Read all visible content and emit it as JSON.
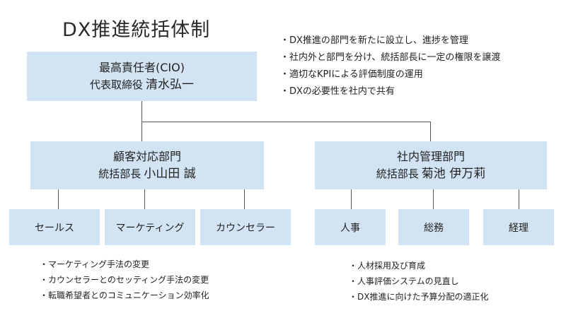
{
  "title": "DX推進統括体制",
  "policies": [
    "・DX推進の部門を新たに設立し、進捗を管理",
    "・社内外と部門を分け、統括部長に一定の権限を譲渡",
    "・適切なKPIによる評価制度の運用",
    "・DXの必要性を社内で共有"
  ],
  "top": {
    "role": "最高責任者(CIO)",
    "position": "代表取締役",
    "name": "清水弘一"
  },
  "left_division": {
    "name": "顧客対応部門",
    "position": "統括部長",
    "head": "小山田 誠",
    "units": [
      "セールス",
      "マーケティング",
      "カウンセラー"
    ],
    "notes": [
      "・マーケティング手法の変更",
      "・カウンセラーとのセッティング手法の変更",
      "・転職希望者とのコミュニケーション効率化"
    ]
  },
  "right_division": {
    "name": "社内管理部門",
    "position": "統括部長",
    "head": "菊池 伊万莉",
    "units": [
      "人事",
      "総務",
      "経理"
    ],
    "notes": [
      "・人材採用及び育成",
      "・人事評価システムの見直し",
      "・DX推進に向けた予算分配の適正化"
    ]
  }
}
